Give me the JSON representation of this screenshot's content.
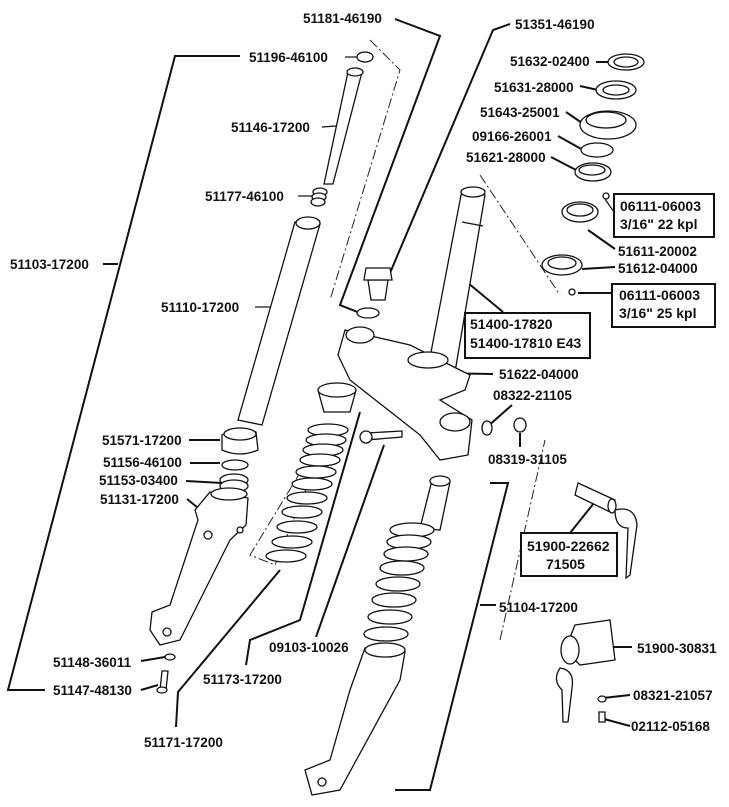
{
  "diagram": {
    "title": "Front fork exploded parts diagram",
    "labels": {
      "p51181": "51181-46190",
      "p51351": "51351-46190",
      "p51196": "51196-46100",
      "p51632": "51632-02400",
      "p51631": "51631-28000",
      "p51643": "51643-25001",
      "p51146": "51146-17200",
      "p09166": "09166-26001",
      "p51621": "51621-28000",
      "p51177": "51177-46100",
      "p51611": "51611-20002",
      "p51612": "51612-04000",
      "p51103": "51103-17200",
      "p51110": "51110-17200",
      "p51622": "51622-04000",
      "p08322": "08322-21105",
      "p08319": "08319-31105",
      "p51571": "51571-17200",
      "p51156": "51156-46100",
      "p51153": "51153-03400",
      "p51131": "51131-17200",
      "p51104": "51104-17200",
      "p09103": "09103-10026",
      "p51148": "51148-36011",
      "p51147": "51147-48130",
      "p51173": "51173-17200",
      "p51171": "51171-17200",
      "p51900b": "51900-30831",
      "p08321": "08321-21057",
      "p02112": "02112-05168"
    },
    "boxes": {
      "bearing_top": {
        "line1": "06111-06003",
        "line2": "3/16\" 22 kpl"
      },
      "bearing_bottom": {
        "line1": "06111-06003",
        "line2": "3/16\" 25 kpl"
      },
      "steering_stem": {
        "line1": "51400-17820",
        "line2": "51400-17810 E43"
      },
      "lock": {
        "line1": "51900-22662",
        "line2": "71505"
      }
    }
  }
}
